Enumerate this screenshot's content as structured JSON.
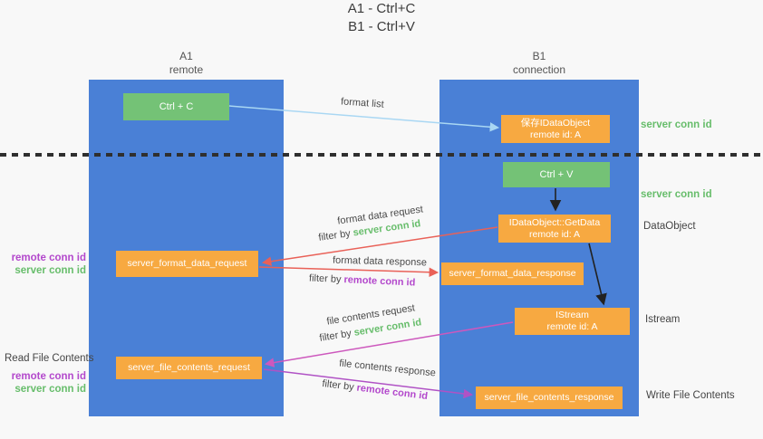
{
  "title": {
    "line1": "A1 - Ctrl+C",
    "line2": "B1 - Ctrl+V"
  },
  "lanes": {
    "left": {
      "title": "A1",
      "subtitle": "remote"
    },
    "right": {
      "title": "B1",
      "subtitle": "connection"
    }
  },
  "nodes": {
    "ctrl_c": {
      "label": "Ctrl + C"
    },
    "save_idataobject": {
      "line1": "保存IDataObject",
      "line2": "remote id: A"
    },
    "ctrl_v": {
      "label": "Ctrl + V"
    },
    "getdata": {
      "line1": "IDataObject::GetData",
      "line2": "remote id: A"
    },
    "server_format_data_request": {
      "label": "server_format_data_request"
    },
    "server_format_data_response": {
      "label": "server_format_data_response"
    },
    "istream": {
      "line1": "IStream",
      "line2": "remote id: A"
    },
    "server_file_contents_request": {
      "label": "server_file_contents_request"
    },
    "server_file_contents_response": {
      "label": "server_file_contents_response"
    }
  },
  "edge_labels": {
    "format_list": "format list",
    "format_data_request": "format data request",
    "format_data_request_filter_prefix": "filter by ",
    "format_data_request_filter_key": "server conn id",
    "format_data_response": "format data response",
    "format_data_response_filter_prefix": "filter by ",
    "format_data_response_filter_key": "remote conn id",
    "file_contents_request": "file contents request",
    "file_contents_request_filter_prefix": "filter by ",
    "file_contents_request_filter_key": "server conn id",
    "file_contents_response": "file contents response",
    "file_contents_response_filter_prefix": "filter by ",
    "file_contents_response_filter_key": "remote conn id"
  },
  "side_labels": {
    "right_server_conn_id_1": "server conn id",
    "right_server_conn_id_2": "server conn id",
    "data_object": "DataObject",
    "istream": "Istream",
    "write_file_contents": "Write File Contents",
    "left_remote_conn_id_1": "remote conn id",
    "left_server_conn_id_1": "server conn id",
    "read_file_contents": "Read File Contents",
    "left_remote_conn_id_2": "remote conn id",
    "left_server_conn_id_2": "server conn id"
  },
  "colors": {
    "lane_blue": "#4a80d6",
    "box_green": "#74c276",
    "box_orange": "#f7a941",
    "arrow_light_blue": "#a9d7f3",
    "arrow_red": "#e96158",
    "arrow_magenta_request": "#cd58bd",
    "arrow_magenta_response": "#b052c5",
    "arrow_black": "#222222",
    "text_green": "#67bd6b",
    "text_purple": "#b348cc"
  }
}
